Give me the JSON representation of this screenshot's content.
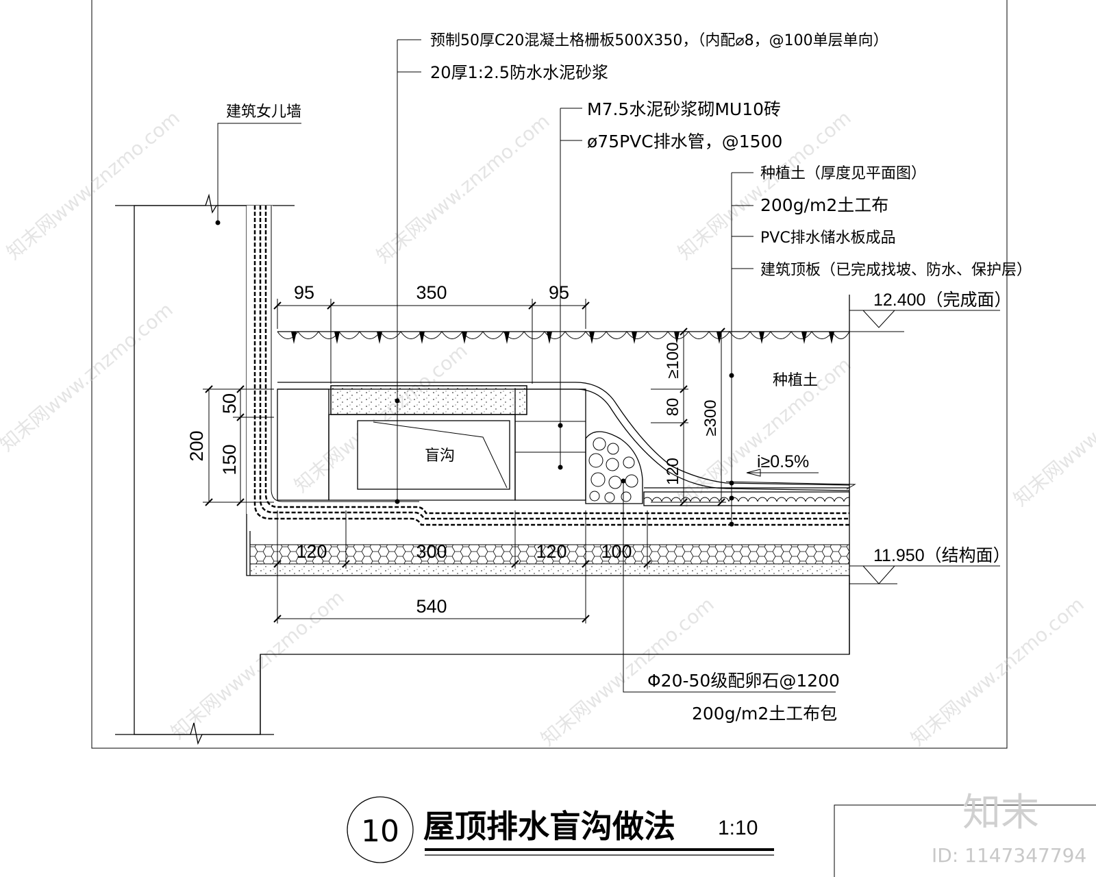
{
  "callouts": {
    "grating": "预制50厚C20混凝土格栅板500X350，（内配⌀8，@100单层单向）",
    "mortar": "20厚1:2.5防水水泥砂浆",
    "parapet": "建筑女儿墙",
    "brick": "M7.5水泥砂浆砌MU10砖",
    "pipe": "ø75PVC排水管，@1500",
    "soil": "种植土（厚度见平面图）",
    "geotextile": "200g/m2土工布",
    "drainboard": "PVC排水储水板成品",
    "roofslab": "建筑顶板（已完成找坡、防水、保护层）",
    "pebble": "Φ20-50级配卵石@1200",
    "pebble_wrap": "200g/m2土工布包"
  },
  "elevations": {
    "finish": "12.400（完成面）",
    "structure": "11.950（结构面）"
  },
  "labels": {
    "blind_ditch": "盲沟",
    "planting_soil": "种植土",
    "slope": "i≥0.5%"
  },
  "dimensions": {
    "top_95_left": "95",
    "top_350": "350",
    "top_95_right": "95",
    "v_200": "200",
    "v_50": "50",
    "v_150": "150",
    "v_ge100": "≥100",
    "v_80": "80",
    "v_120": "120",
    "v_ge300": "≥300",
    "b_120_left": "120",
    "b_300": "300",
    "b_120_right": "120",
    "b_100": "100",
    "b_540": "540"
  },
  "title": {
    "number": "10",
    "text": "屋顶排水盲沟做法",
    "scale": "1:10"
  },
  "branding": {
    "logo": "知末",
    "id": "ID: 1147347794"
  },
  "colors": {
    "line": "#000000",
    "watermark": "#c4c4c4",
    "logo": "#d0d0d0"
  }
}
